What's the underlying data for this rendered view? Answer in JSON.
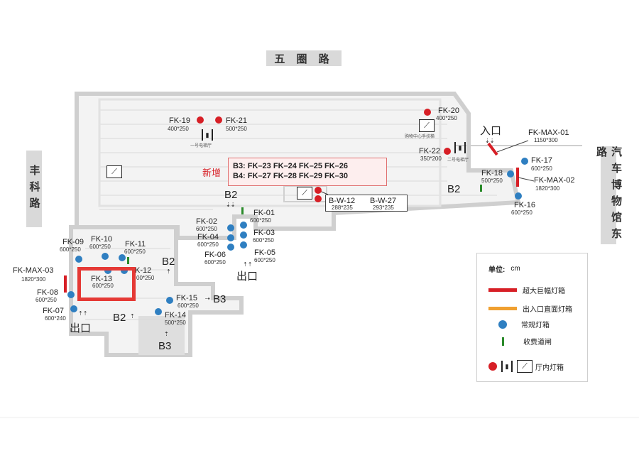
{
  "roads": {
    "north": "五 圈 路",
    "west": "丰科路",
    "east": "汽车博物馆东路"
  },
  "new_box": {
    "tag": "新增",
    "line1": "B3:  FK–23    FK–24    FK–25    FK–26",
    "line2": "B4:  FK–27    FK–28    FK–29    FK–30"
  },
  "bw_box": {
    "a_name": "B-W-12",
    "a_size": "288*235",
    "b_name": "B-W-27",
    "b_size": "293*235"
  },
  "points": {
    "fk19": {
      "name": "FK-19",
      "size": "400*250"
    },
    "fk21": {
      "name": "FK-21",
      "size": "500*250"
    },
    "fk20": {
      "name": "FK-20",
      "size": "400*250"
    },
    "fk22": {
      "name": "FK-22",
      "size": "350*200"
    },
    "fkmax01": {
      "name": "FK-MAX-01",
      "size": "1150*300"
    },
    "fk17": {
      "name": "FK-17",
      "size": "600*250"
    },
    "fk18": {
      "name": "FK-18",
      "size": "500*250"
    },
    "fkmax02": {
      "name": "FK-MAX-02",
      "size": "1820*300"
    },
    "fk16": {
      "name": "FK-16",
      "size": "600*250"
    },
    "fk01": {
      "name": "FK-01",
      "size": "600*250"
    },
    "fk02": {
      "name": "FK-02",
      "size": "600*250"
    },
    "fk03": {
      "name": "FK-03",
      "size": "600*250"
    },
    "fk04": {
      "name": "FK-04",
      "size": "600*250"
    },
    "fk05": {
      "name": "FK-05",
      "size": "600*250"
    },
    "fk06": {
      "name": "FK-06",
      "size": "600*250"
    },
    "fk09": {
      "name": "FK-09",
      "size": "600*250"
    },
    "fk10": {
      "name": "FK-10",
      "size": "600*250"
    },
    "fk11": {
      "name": "FK-11",
      "size": "600*250"
    },
    "fk12": {
      "name": "K-12",
      "size": "00*250"
    },
    "fk13": {
      "name": "FK-13",
      "size": "600*250"
    },
    "fkmax03": {
      "name": "FK-MAX-03",
      "size": "1820*300"
    },
    "fk08": {
      "name": "FK-08",
      "size": "600*250"
    },
    "fk07": {
      "name": "FK-07",
      "size": "600*240"
    },
    "fk15": {
      "name": "FK-15",
      "size": "600*250"
    },
    "fk14": {
      "name": "FK-14",
      "size": "500*250"
    }
  },
  "floors": {
    "b2a": "B2",
    "b2b": "B2",
    "b2c": "B2",
    "b2d": "B2",
    "b3a": "B3",
    "b3b": "B3"
  },
  "entrances": {
    "in": "入口",
    "out1": "出口",
    "out2": "出口"
  },
  "tiny_labels": {
    "elev1": "一号电梯厅",
    "elev2": "二号电梯厅",
    "esc_mall": "购物中心手扶梯"
  },
  "legend": {
    "unit_label": "单位:",
    "unit_value": "cm",
    "item1": "超大巨幅灯箱",
    "item2": "出入口直面灯箱",
    "item3": "常规灯箱",
    "item4": "收费道闸",
    "item5": "厅内灯箱"
  },
  "colors": {
    "blue": "#2f7fc1",
    "red": "#d71f26",
    "orange": "#f0a030",
    "green": "#2a8a2a",
    "highlight": "#e53935"
  }
}
